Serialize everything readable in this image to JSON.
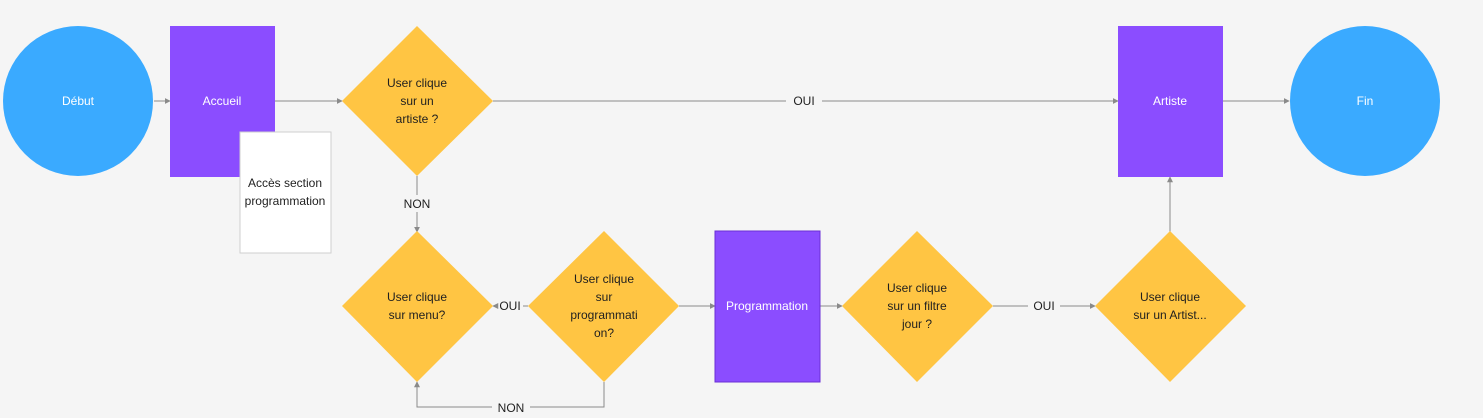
{
  "colors": {
    "terminal": "#3aaaff",
    "process": "#8b4dff",
    "decision": "#ffc543",
    "note": "#ffffff",
    "edge": "#8a8a8a"
  },
  "nodes": {
    "start": {
      "lines": [
        "Début"
      ]
    },
    "accueil": {
      "lines": [
        "Accueil"
      ]
    },
    "decision_artiste": {
      "lines": [
        "User clique",
        "sur  un",
        "artiste ?"
      ]
    },
    "note_programmation": {
      "lines": [
        "Accès section",
        "programmation"
      ]
    },
    "decision_menu": {
      "lines": [
        "User clique",
        "sur menu?"
      ]
    },
    "decision_programmation": {
      "lines": [
        "User clique",
        "sur",
        "programmati",
        "on?"
      ]
    },
    "programmation": {
      "lines": [
        "Programmation"
      ]
    },
    "decision_filtre": {
      "lines": [
        "User clique",
        "sur un filtre",
        "jour ?"
      ]
    },
    "decision_artist_prog": {
      "lines": [
        "User clique",
        "sur un Artist..."
      ]
    },
    "artiste": {
      "lines": [
        "Artiste"
      ]
    },
    "end": {
      "lines": [
        "Fin"
      ]
    }
  },
  "edge_labels": {
    "oui_top": "OUI",
    "non_left": "NON",
    "oui_mid": "OUI",
    "oui_right": "OUI",
    "non_bottom": "NON"
  }
}
